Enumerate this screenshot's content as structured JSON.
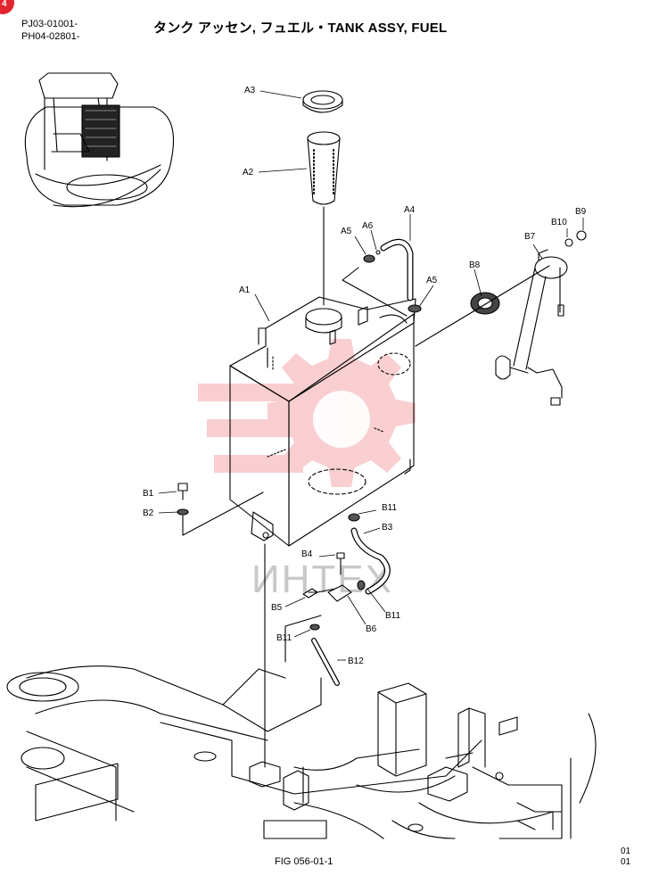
{
  "header": {
    "badge": "4",
    "serial_range_1": "PJ03-01001-",
    "serial_range_2": "PH04-02801-",
    "title": "タンク アッセン, フュエル・TANK ASSY, FUEL"
  },
  "watermark": {
    "text": "ИНТЕХ",
    "color": "#e4252f"
  },
  "callouts": {
    "A1": "A1",
    "A2": "A2",
    "A3": "A3",
    "A4": "A4",
    "A5a": "A5",
    "A5b": "A5",
    "A6": "A6",
    "B1": "B1",
    "B2": "B2",
    "B3": "B3",
    "B4": "B4",
    "B5": "B5",
    "B6": "B6",
    "B7": "B7",
    "B8": "B8",
    "B9": "B9",
    "B10": "B10",
    "B11a": "B11",
    "B11b": "B11",
    "B11c": "B11",
    "B12": "B12"
  },
  "footer": {
    "figure_number": "FIG 056-01-1",
    "rev_1": "01",
    "rev_2": "01"
  }
}
